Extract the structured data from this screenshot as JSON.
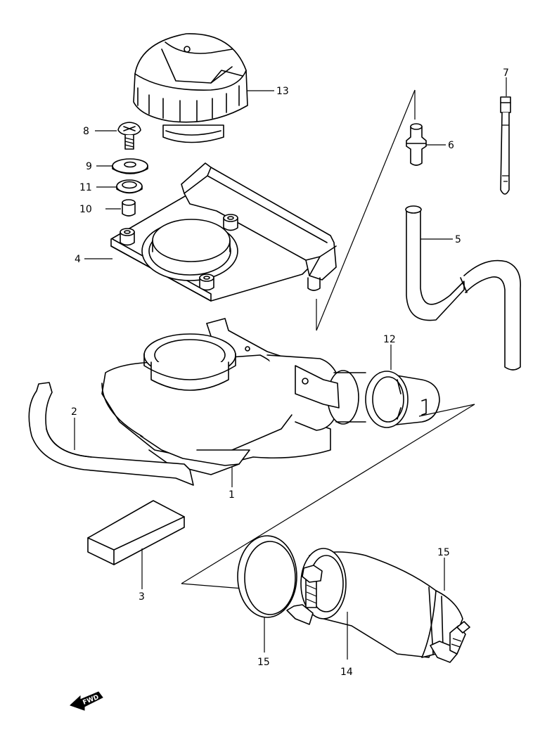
{
  "callouts": {
    "c1": "1",
    "c2": "2",
    "c3": "3",
    "c4": "4",
    "c5": "5",
    "c6": "6",
    "c7": "7",
    "c8": "8",
    "c9": "9",
    "c10": "10",
    "c11": "11",
    "c12": "12",
    "c13": "13",
    "c14": "14",
    "c15a": "15",
    "c15b": "15"
  },
  "fwd_label": "FWD"
}
